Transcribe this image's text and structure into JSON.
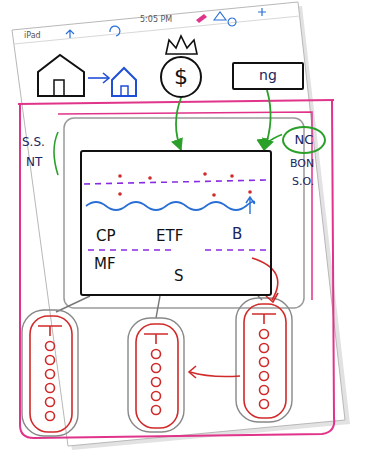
{
  "diagram": {
    "nodes": [
      {
        "text": [
          "$"
        ]
      },
      {
        "text": [
          "ng"
        ]
      },
      {
        "text": [
          "CP",
          "ETF",
          "B",
          "MF",
          "S"
        ]
      },
      {
        "text": [
          "NC"
        ]
      }
    ],
    "edges": [
      {
        "from": 0,
        "to": 2,
        "arrow": "to"
      },
      {
        "from": 1,
        "to": 2,
        "arrow": "to"
      },
      {
        "from": 3,
        "to": 2,
        "arrow": "to"
      }
    ],
    "labels": [
      "iPad",
      "5:05 PM",
      "S.S.",
      "NT",
      "BON",
      "S.O."
    ]
  }
}
